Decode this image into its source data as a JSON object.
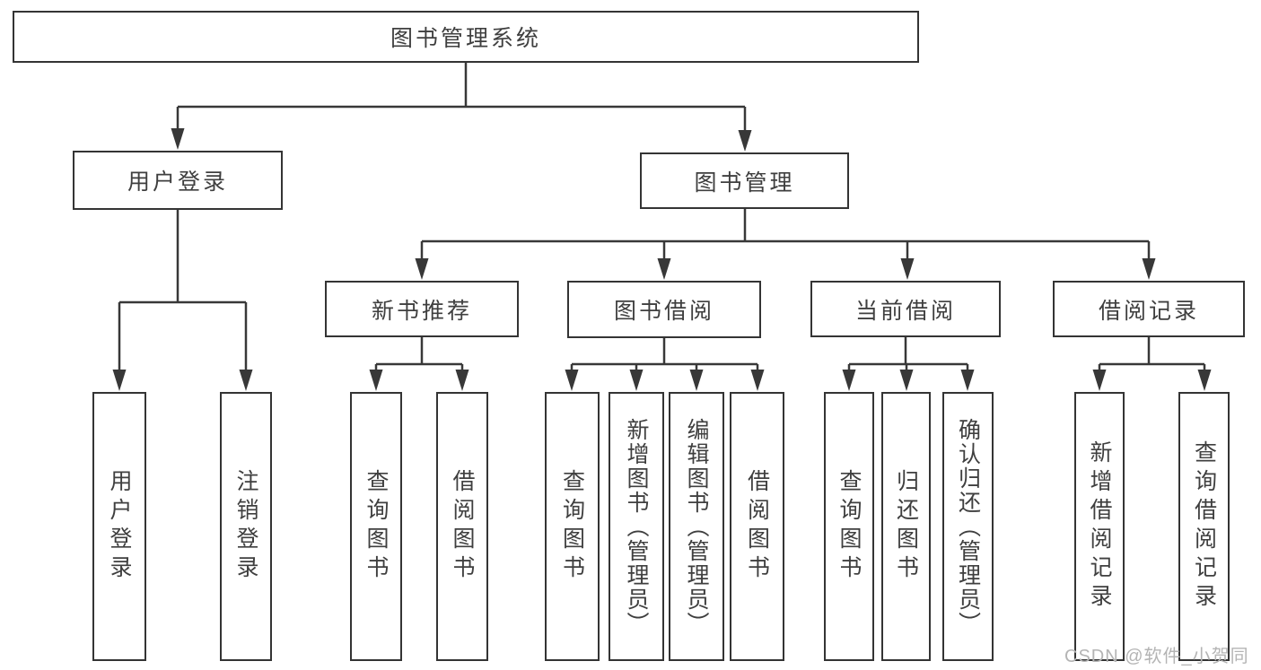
{
  "diagram": {
    "tree": {
      "label": "图书管理系统",
      "children": [
        {
          "label": "用户登录",
          "children": [
            {
              "label": "用户登录"
            },
            {
              "label": "注销登录"
            }
          ]
        },
        {
          "label": "图书管理",
          "children": [
            {
              "label": "新书推荐",
              "children": [
                {
                  "label": "查询图书"
                },
                {
                  "label": "借阅图书"
                }
              ]
            },
            {
              "label": "图书借阅",
              "children": [
                {
                  "label": "查询图书"
                },
                {
                  "label": "新增图书（管理员）"
                },
                {
                  "label": "编辑图书（管理员）"
                },
                {
                  "label": "借阅图书"
                }
              ]
            },
            {
              "label": "当前借阅",
              "children": [
                {
                  "label": "查询图书"
                },
                {
                  "label": "归还图书"
                },
                {
                  "label": "确认归还（管理员）"
                }
              ]
            },
            {
              "label": "借阅记录",
              "children": [
                {
                  "label": "新增借阅记录"
                },
                {
                  "label": "查询借阅记录"
                }
              ]
            }
          ]
        }
      ]
    },
    "colors": {
      "line": "#383838",
      "box_border": "#343434",
      "text": "#3f3f3f",
      "watermark": "#b4b4b4"
    }
  },
  "watermark": "CSDN @软件_小贺同学"
}
